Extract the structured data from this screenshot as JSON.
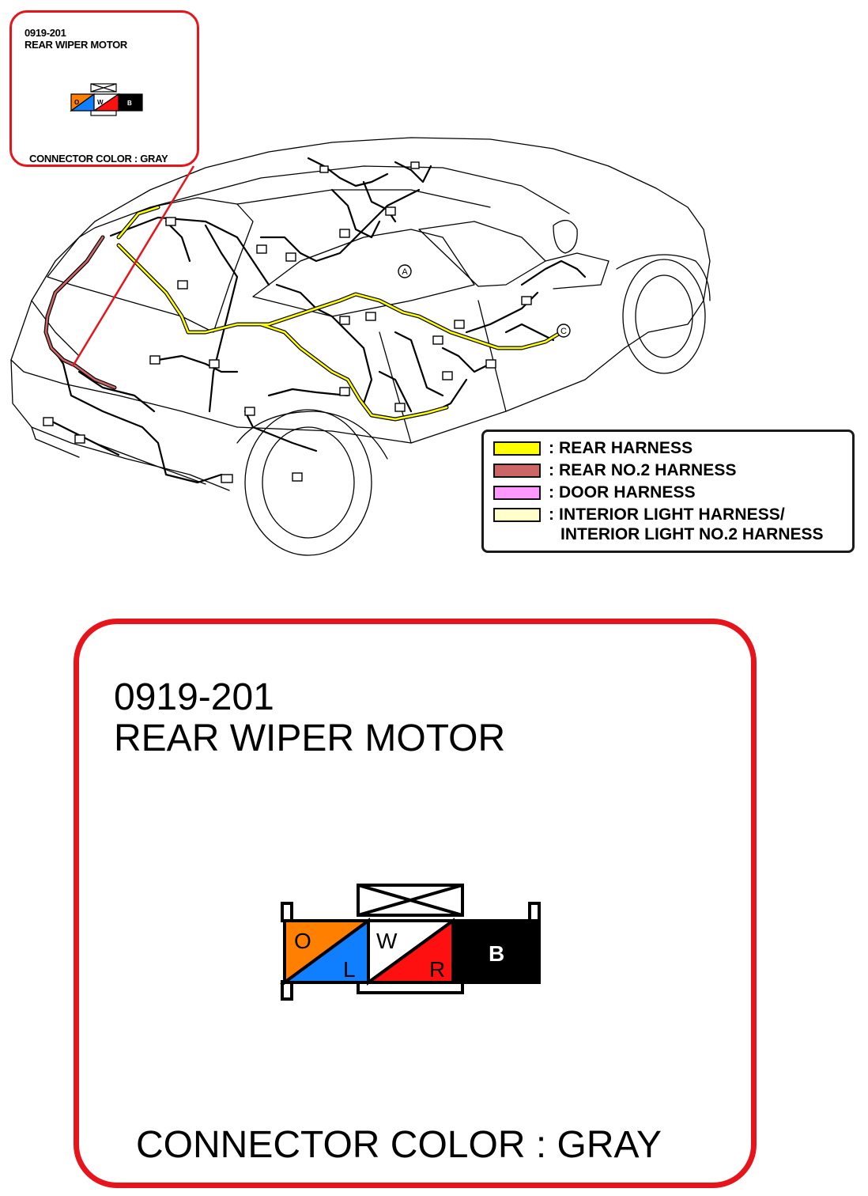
{
  "connector": {
    "code": "0919-201",
    "name": "REAR WIPER MOTOR",
    "color_label": "CONNECTOR COLOR : GRAY",
    "terminals": [
      {
        "id": "t1",
        "upper": "O",
        "lower": "L",
        "upper_color": "#ff7f00",
        "lower_color": "#0f7fff"
      },
      {
        "id": "t2",
        "upper": "W",
        "lower": "R",
        "upper_color": "#ffffff",
        "lower_color": "#ff1010"
      },
      {
        "id": "t3",
        "label": "B",
        "color": "#000000"
      }
    ]
  },
  "legend": {
    "items": [
      {
        "label": ": REAR HARNESS",
        "color": "#ffff00"
      },
      {
        "label": ": REAR NO.2 HARNESS",
        "color": "#cc6666"
      },
      {
        "label": ": DOOR HARNESS",
        "color": "#ff99ff"
      },
      {
        "label": ": INTERIOR LIGHT HARNESS/",
        "color": "#ffffcc"
      }
    ],
    "continuation": "INTERIOR LIGHT NO.2 HARNESS"
  },
  "markers": {
    "a": "A",
    "c": "C"
  },
  "colors": {
    "accent_red": "#e8141c",
    "outline": "#000000"
  }
}
